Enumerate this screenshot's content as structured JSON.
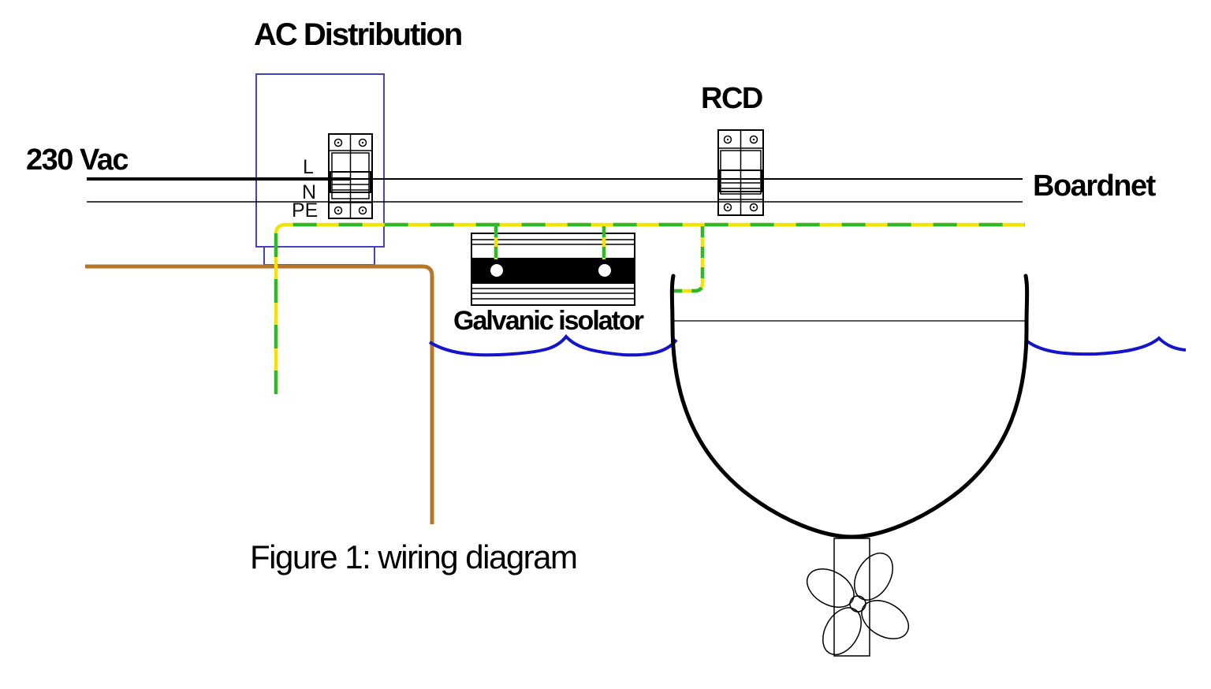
{
  "figure": {
    "caption": "Figure 1: wiring diagram",
    "labels": {
      "ac_distribution": "AC Distribution",
      "voltage": "230 Vac",
      "line": "L",
      "neutral": "N",
      "protective_earth": "PE",
      "rcd": "RCD",
      "boardnet": "Boardnet",
      "galvanic_isolator": "Galvanic isolator"
    },
    "colors": {
      "line_wire": "#000000",
      "pe_green": "#2eb82e",
      "pe_yellow": "#f2e400",
      "hull_bond_brown": "#b5772b",
      "water_blue": "#1414cc",
      "enclosure_blue": "#4343c2",
      "background": "#ffffff"
    }
  }
}
